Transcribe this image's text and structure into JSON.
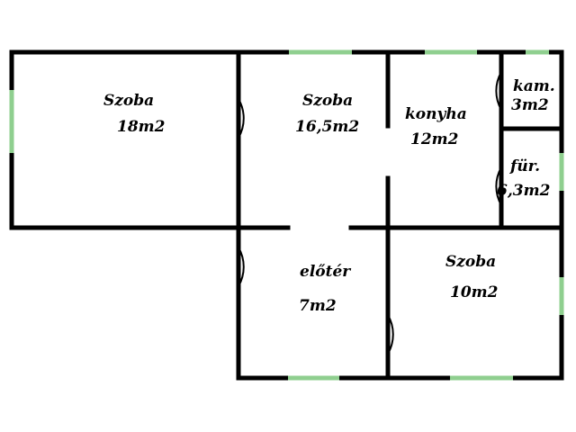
{
  "floor_plan": {
    "window_color": "#8fcf8f",
    "wall_color": "#000000",
    "rooms": [
      {
        "id": "room-1",
        "name": "Szoba",
        "area": "18m2"
      },
      {
        "id": "room-2",
        "name": "Szoba",
        "area": "16,5m2"
      },
      {
        "id": "kitchen",
        "name": "konyha",
        "area": "12m2"
      },
      {
        "id": "pantry",
        "name": "kam.",
        "area": "3m2"
      },
      {
        "id": "bathroom",
        "name": "für.",
        "area": "6,3m2"
      },
      {
        "id": "hall",
        "name": "előtér",
        "area": "7m2"
      },
      {
        "id": "room-3",
        "name": "Szoba",
        "area": "10m2"
      }
    ]
  }
}
